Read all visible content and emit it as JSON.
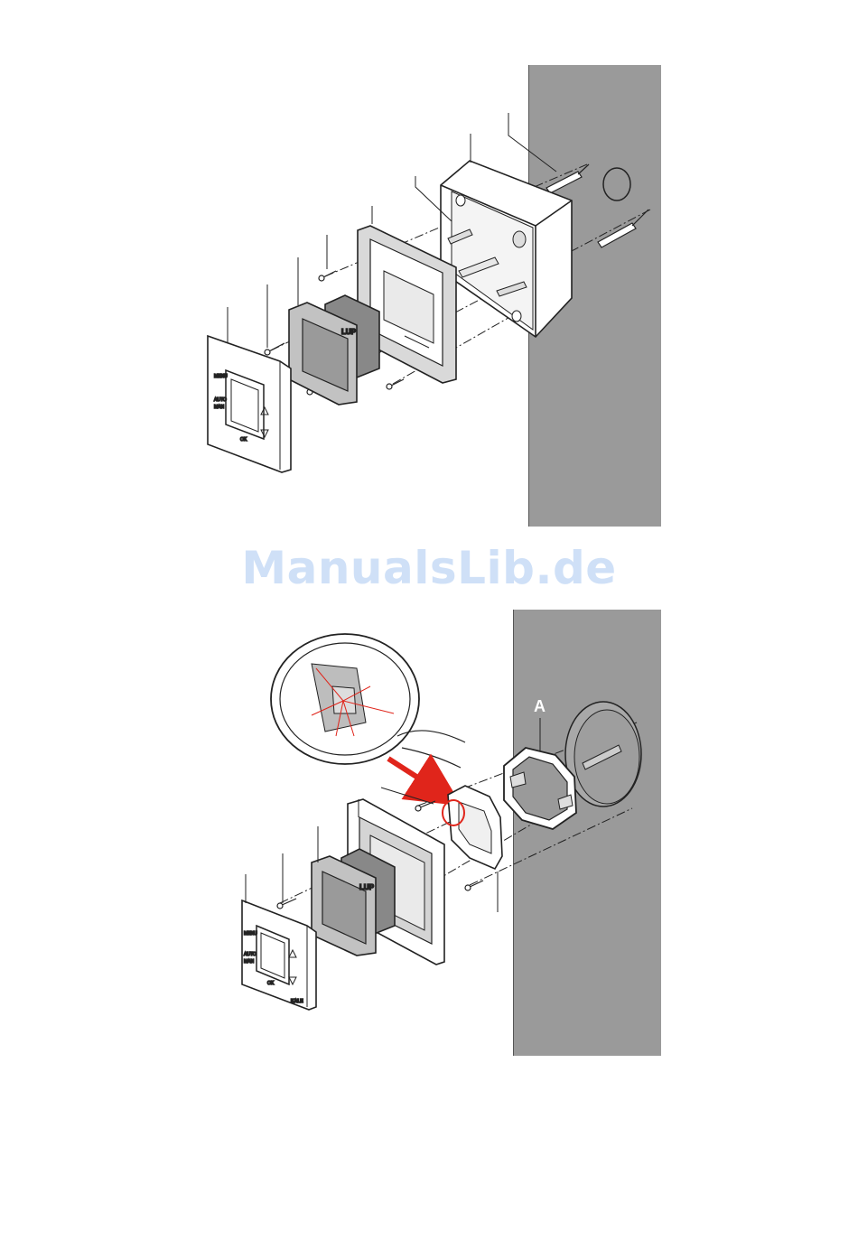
{
  "watermark": "ManualsLib.de",
  "figure1": {
    "panel_labels": {
      "menu": "MENU",
      "auto": "AUTO",
      "man": "MAN",
      "ok": "OK",
      "module": "LUP"
    }
  },
  "figure2": {
    "callout": "A",
    "panel_labels": {
      "menu": "MENU",
      "auto": "AUTO",
      "man": "MAN",
      "ok": "OK",
      "brand": "KALE",
      "module": "LUP"
    }
  },
  "colors": {
    "wall": "#9a9a9a",
    "arrow": "#e0251b",
    "magnifier_marks": "#e0251b",
    "watermark": "#cfe0f7"
  }
}
